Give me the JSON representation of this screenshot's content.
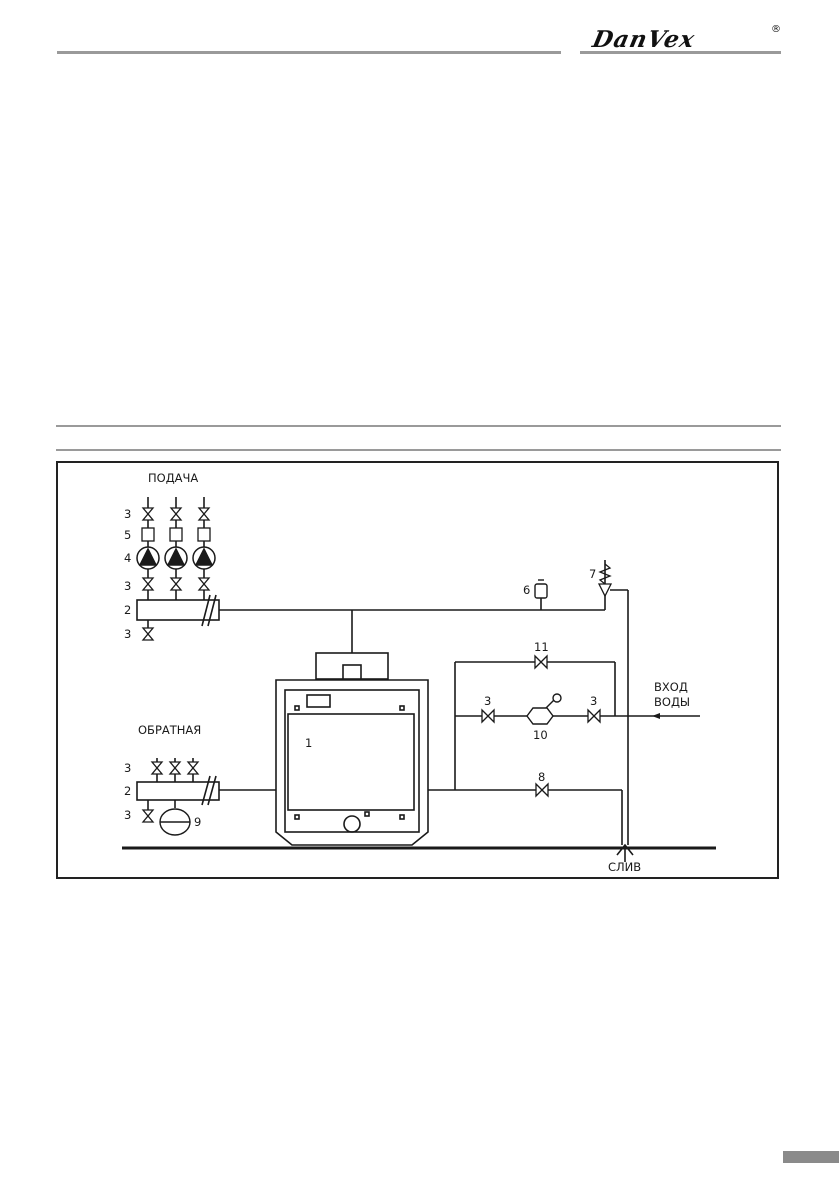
{
  "header": {
    "brand": "DanVex",
    "registered_mark": "®"
  },
  "diagram": {
    "labels": {
      "supply": "ПОДАЧА",
      "return": "ОБРАТНАЯ",
      "water_inlet_line1": "ВХОД",
      "water_inlet_line2": "ВОДЫ",
      "drain": "СЛИВ"
    },
    "callouts": {
      "boiler": "1",
      "collector_supply": "2",
      "collector_return": "2",
      "valve_supply_top": "3",
      "filter_supply": "5",
      "pump_supply": "4",
      "valve_supply_bottom": "3",
      "valve_supply_drain": "3",
      "air_vent": "6",
      "safety_valve": "7",
      "bypass_valve": "11",
      "fill_valve_left": "3",
      "fill_valve_right": "3",
      "pressure_reducer": "10",
      "drain_valve": "8",
      "valve_return": "3",
      "valve_return_drain": "3",
      "expansion_tank": "9"
    }
  }
}
